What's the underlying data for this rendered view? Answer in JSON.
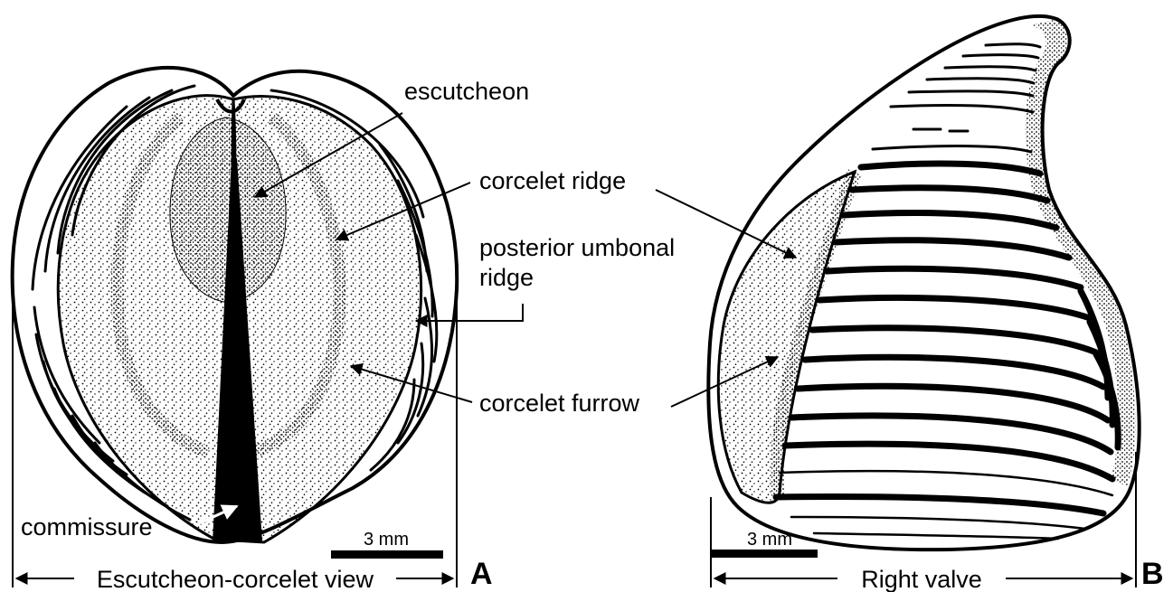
{
  "panel_a": {
    "letter": "A",
    "labels": {
      "escutcheon": "escutcheon",
      "corcelet_ridge": "corcelet ridge",
      "posterior_umbonal_ridge_line1": "posterior umbonal",
      "posterior_umbonal_ridge_line2": "ridge",
      "corcelet_furrow": "corcelet furrow",
      "commissure": "commissure"
    },
    "view_title": "Escutcheon-corcelet view",
    "scale_bar_label": "3 mm"
  },
  "panel_b": {
    "letter": "B",
    "view_title": "Right valve",
    "scale_bar_label": "3 mm"
  },
  "colors": {
    "ink": "#000000",
    "paper": "#ffffff"
  }
}
